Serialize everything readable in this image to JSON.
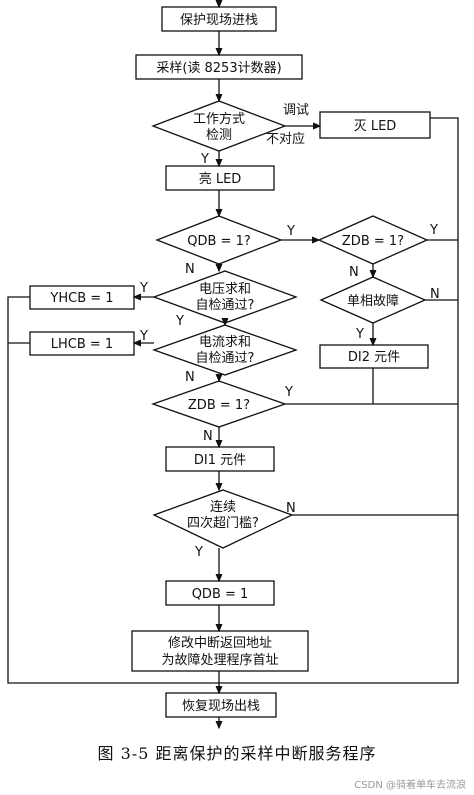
{
  "nodes": {
    "save_context": "保护现场进栈",
    "sample": "采样(读 8253计数器)",
    "mode_detect_1": "工作方式",
    "mode_detect_2": "检测",
    "led_off": "灭 LED",
    "led_on": "亮 LED",
    "qdb_check": "QDB = 1?",
    "zdb_check_right": "ZDB = 1?",
    "voltage_check_1": "电压求和",
    "voltage_check_2": "自检通过?",
    "single_phase_fault": "单相故障",
    "yhcb": "YHCB = 1",
    "lhcb": "LHCB = 1",
    "current_check_1": "电流求和",
    "current_check_2": "自检通过?",
    "di2": "DI2 元件",
    "zdb_check_mid": "ZDB = 1?",
    "di1": "DI1 元件",
    "consecutive_1": "连续",
    "consecutive_2": "四次超门槛?",
    "qdb_set": "QDB = 1",
    "modify_1": "修改中断返回地址",
    "modify_2": "为故障处理程序首址",
    "restore_context": "恢复现场出栈"
  },
  "labels": {
    "debug": "调试",
    "mismatch": "不对应",
    "y": "Y",
    "n": "N"
  },
  "caption": "图 3-5   距离保护的采样中断服务程序",
  "watermark": "CSDN @骑着单车去流浪"
}
